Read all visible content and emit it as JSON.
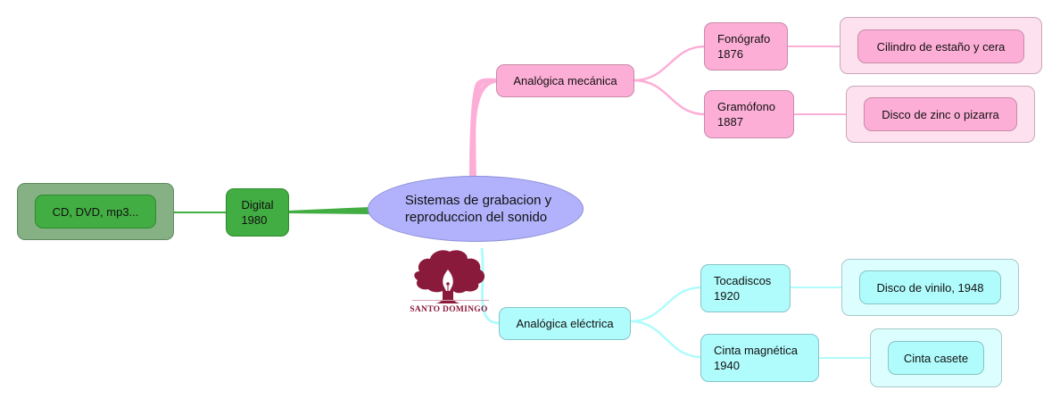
{
  "central_topic": {
    "line1": "Sistemas de grabacion y",
    "line2": "reproduccion del sonido"
  },
  "logo": {
    "icon": "tree-pen-nib-icon",
    "text": "SANTO DOMINGO",
    "color": "#8a1a3c"
  },
  "colors": {
    "central": "#b1b2fb",
    "mechanical": "#fdaed6",
    "mechanical_box": "#fde1ee",
    "electric": "#b0fbfc",
    "electric_box": "#dcfefe",
    "digital": "#42ad42",
    "digital_box": "#85b185"
  },
  "branches": {
    "mecanica": {
      "label": "Analógica mecánica",
      "children": [
        {
          "name": "Fonógrafo",
          "year": "1876",
          "detail": "Cilindro de estaño y cera"
        },
        {
          "name": "Gramófono",
          "year": "1887",
          "detail": "Disco de zinc o pizarra"
        }
      ]
    },
    "electrica": {
      "label": "Analógica eléctrica",
      "children": [
        {
          "name": "Tocadiscos",
          "year": "1920",
          "detail": "Disco de vinilo, 1948"
        },
        {
          "name": "Cinta magnética",
          "year": "1940",
          "detail": "Cinta casete"
        }
      ]
    },
    "digital": {
      "name": "Digital",
      "year": "1980",
      "detail": "CD, DVD, mp3..."
    }
  }
}
